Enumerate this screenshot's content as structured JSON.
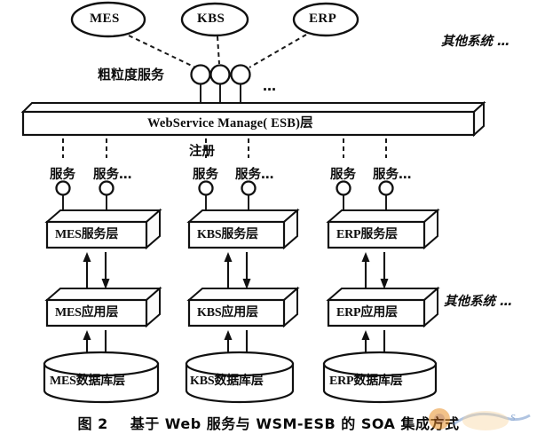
{
  "figure": {
    "caption_number": "图 2",
    "caption_text": "基于 Web 服务与 WSM-ESB 的 SOA 集成方式",
    "caption_full": "图 2　基于 Web 服务与 WSM-ESB 的 SOA 集成方式"
  },
  "top_systems": [
    {
      "id": "mes",
      "label": "MES"
    },
    {
      "id": "kbs",
      "label": "KBS"
    },
    {
      "id": "erp",
      "label": "ERP"
    }
  ],
  "annotations": {
    "coarse_grained_service": "粗粒度服务",
    "other_systems_top": "其他系统 …",
    "other_systems_mid": "其他系统 …",
    "register": "注册",
    "ellipsis_top": "…",
    "ellipsis_service": "…"
  },
  "esb_bar": {
    "label": "WebService  Manage( ESB) 层",
    "label_latin": "WebService  Manage( ESB)",
    "label_cn": "层"
  },
  "coarse_service_nodes": [
    {
      "id": "cs-1",
      "linked_to": "MES"
    },
    {
      "id": "cs-2",
      "linked_to": "KBS"
    },
    {
      "id": "cs-3",
      "linked_to": "ERP"
    }
  ],
  "fine_service_nodes": [
    {
      "id": "svc-mes-1",
      "label": "服务",
      "column": "MES"
    },
    {
      "id": "svc-mes-2",
      "label": "服务…",
      "column": "MES"
    },
    {
      "id": "svc-kbs-1",
      "label": "服务",
      "column": "KBS"
    },
    {
      "id": "svc-kbs-2",
      "label": "服务…",
      "column": "KBS"
    },
    {
      "id": "svc-erp-1",
      "label": "服务",
      "column": "ERP"
    },
    {
      "id": "svc-erp-2",
      "label": "服务…",
      "column": "ERP"
    }
  ],
  "columns": [
    {
      "id": "mes",
      "service_layer": {
        "prefix": "MES",
        "suffix": "服务层",
        "full": "MES服务层"
      },
      "application_layer": {
        "prefix": "MES",
        "suffix": "应用层",
        "full": "MES应用层"
      },
      "database_layer": {
        "prefix": "MES",
        "suffix": "数据库层",
        "full": "MES数据库层"
      }
    },
    {
      "id": "kbs",
      "service_layer": {
        "prefix": "KBS",
        "suffix": "服务层",
        "full": "KBS服务层"
      },
      "application_layer": {
        "prefix": "KBS",
        "suffix": "应用层",
        "full": "KBS应用层"
      },
      "database_layer": {
        "prefix": "KBS",
        "suffix": "数据库层",
        "full": "KBS数据库层"
      }
    },
    {
      "id": "erp",
      "service_layer": {
        "prefix": "ERP",
        "suffix": "服务层",
        "full": "ERP服务层"
      },
      "application_layer": {
        "prefix": "ERP",
        "suffix": "应用层",
        "full": "ERP应用层"
      },
      "database_layer": {
        "prefix": "ERP",
        "suffix": "数据库层",
        "full": "ERP数据库层"
      }
    }
  ],
  "colors": {
    "ink": "#101010",
    "paper": "#ffffff",
    "watermark_orange": "#e8912a",
    "watermark_blue": "#3f6fb5"
  }
}
